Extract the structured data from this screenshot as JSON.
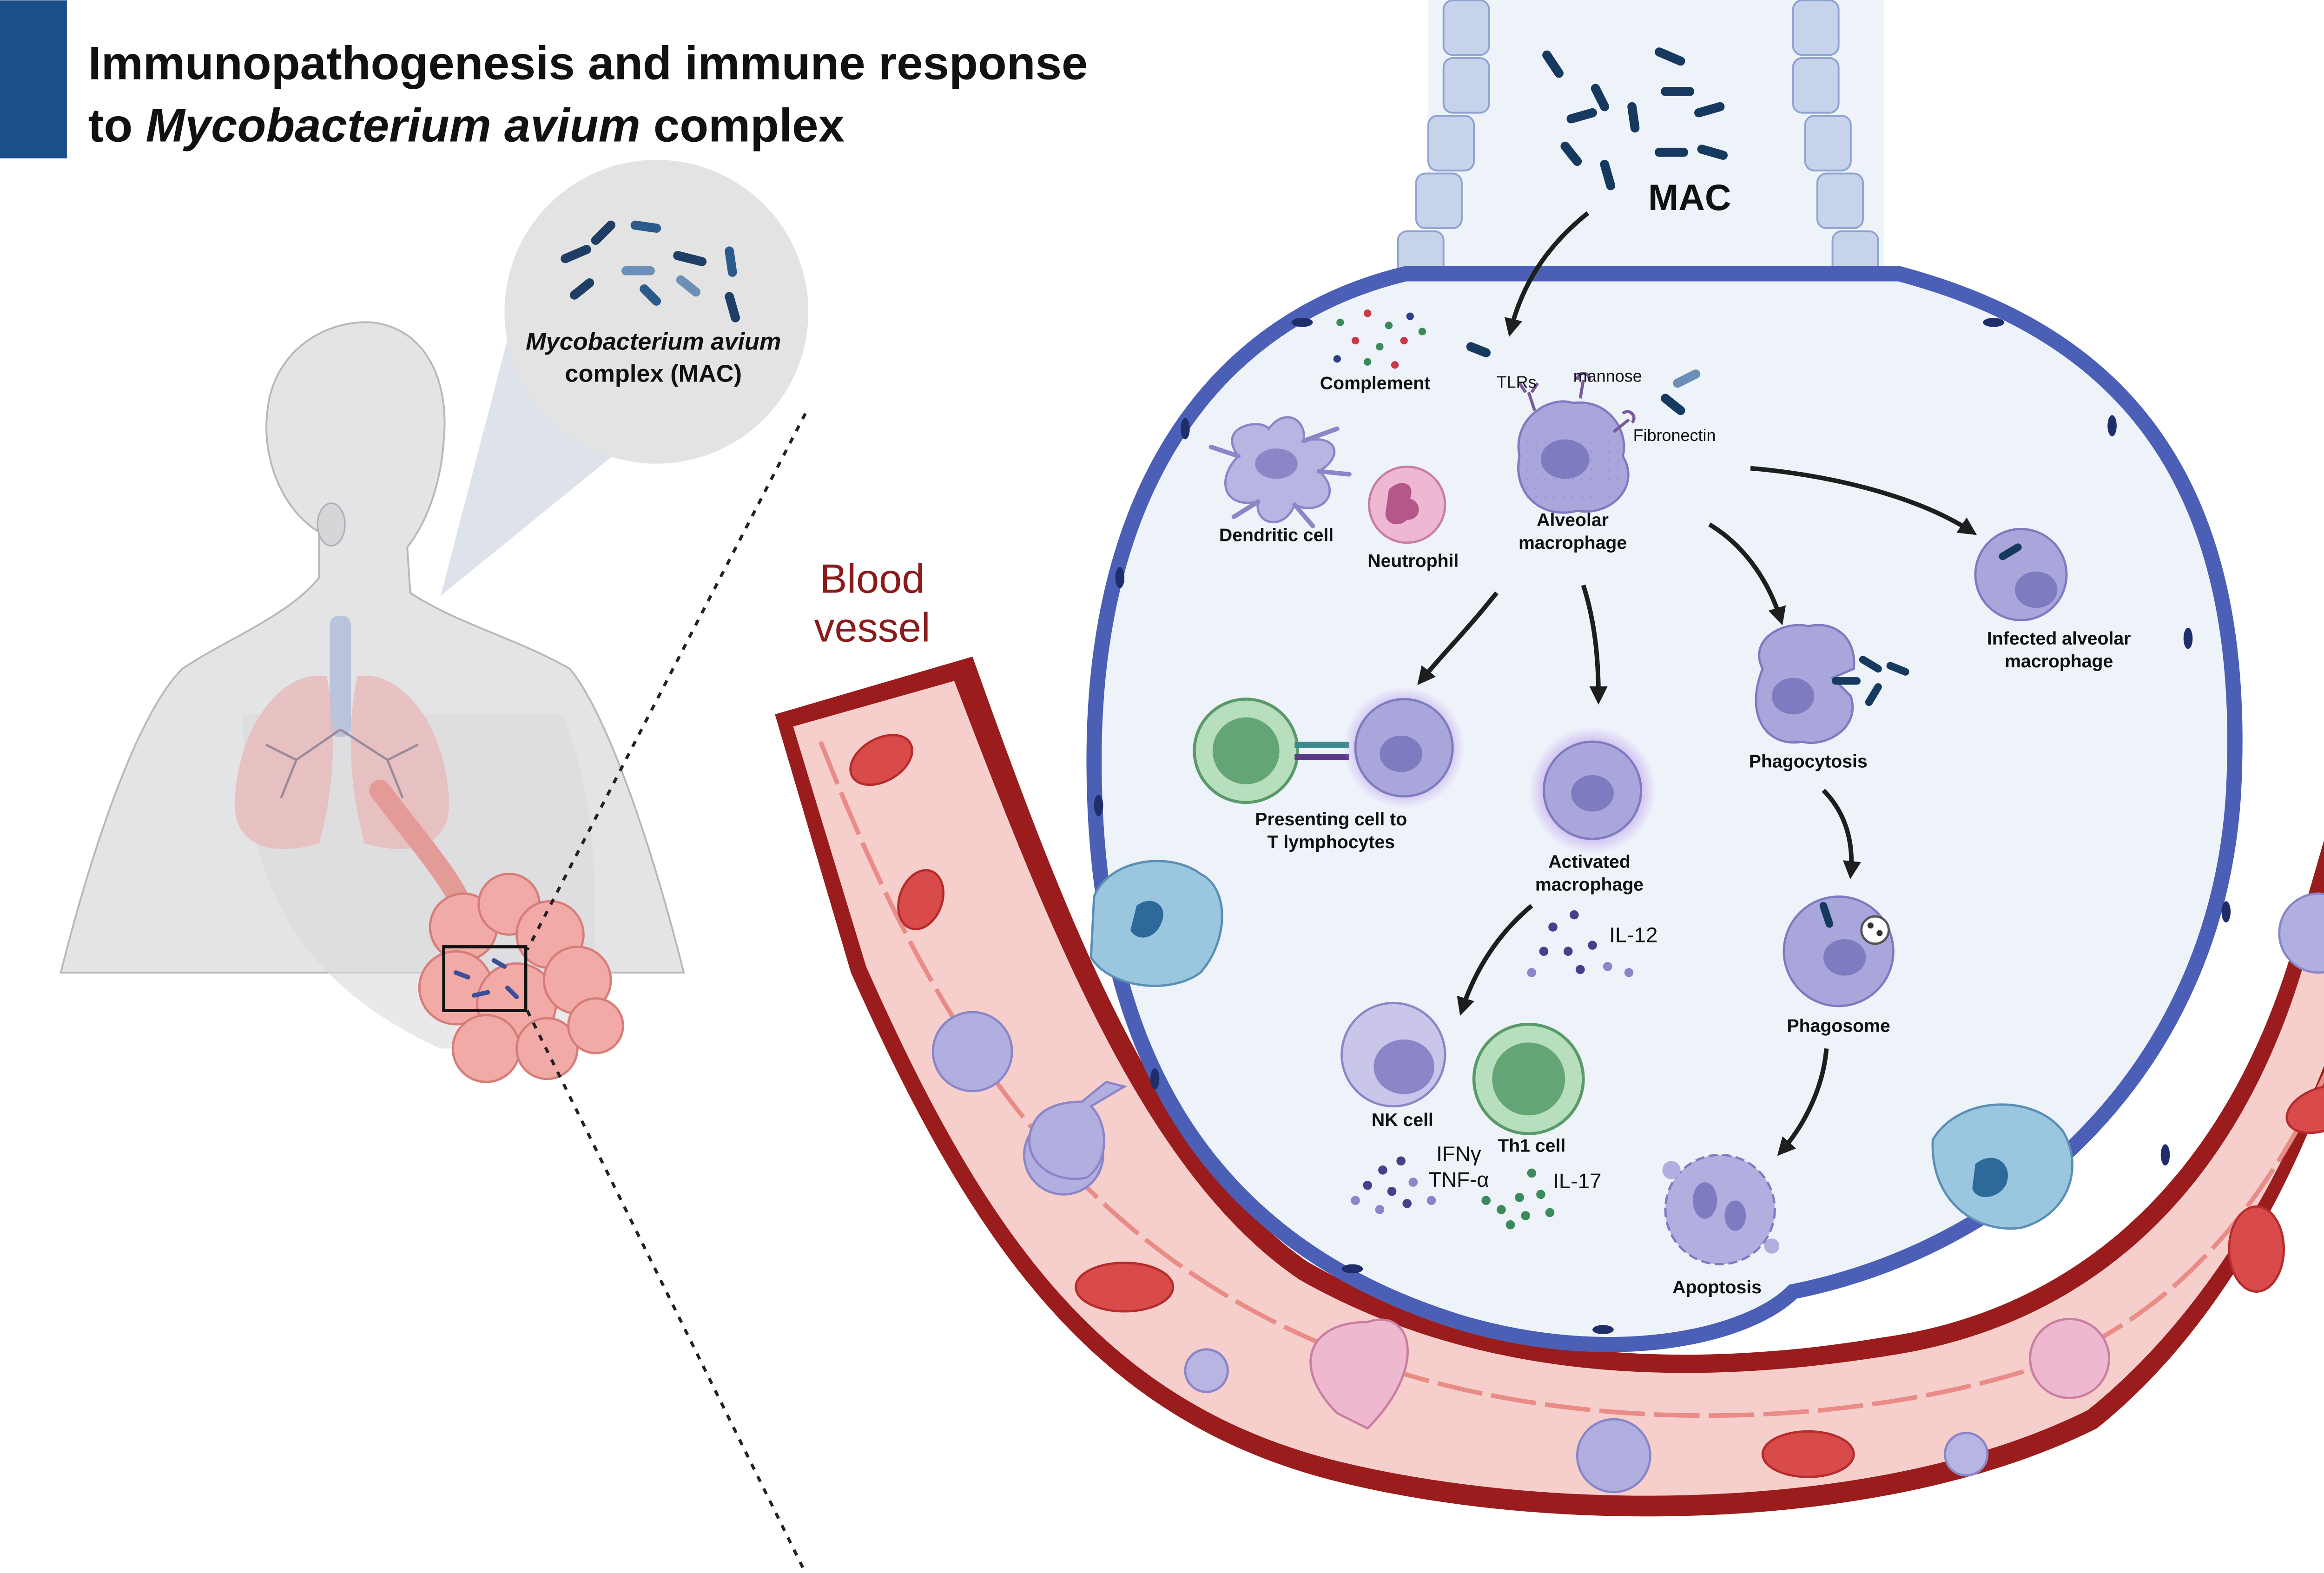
{
  "title": {
    "line1": "Immunopathogenesis and immune response",
    "line2_prefix": "to ",
    "line2_italic": "Mycobacterium avium",
    "line2_suffix": " complex"
  },
  "zoom_callout": {
    "name_italic": "Mycobacterium avium",
    "name_rest": "complex (MAC)"
  },
  "blood_vessel": {
    "line1": "Blood",
    "line2": "vessel"
  },
  "alveolus": {
    "mac": "MAC",
    "complement": "Complement",
    "tlrs": "TLRs",
    "mannose": "mannose",
    "fibronectin": "Fibronectin",
    "alveolar_macrophage": [
      "Alveolar",
      "macrophage"
    ],
    "dendritic_cell": "Dendritic cell",
    "neutrophil": "Neutrophil",
    "infected_macrophage": [
      "Infected alveolar",
      "macrophage"
    ],
    "presenting_cell": [
      "Presenting cell to",
      "T lymphocytes"
    ],
    "activated_macrophage": [
      "Activated",
      "macrophage"
    ],
    "phagocytosis": "Phagocytosis",
    "phagosome": "Phagosome",
    "apoptosis": "Apoptosis",
    "il12": "IL-12",
    "nk_cell": "NK cell",
    "th1_cell": "Th1 cell",
    "ifng": "IFNγ",
    "tnfa": "TNF-α",
    "il17": "IL-17"
  },
  "colors": {
    "accent_bar": "#1a4f8a",
    "alveolus_fill": "#eef3fa",
    "epithelium": "#4a5fb5",
    "vessel_dark": "#8b1a1a",
    "vessel_light": "#f7d4d2",
    "rbc": "#d94a4a",
    "macrophage": "#a9a6dc",
    "arrow": "#1e1e1e"
  }
}
